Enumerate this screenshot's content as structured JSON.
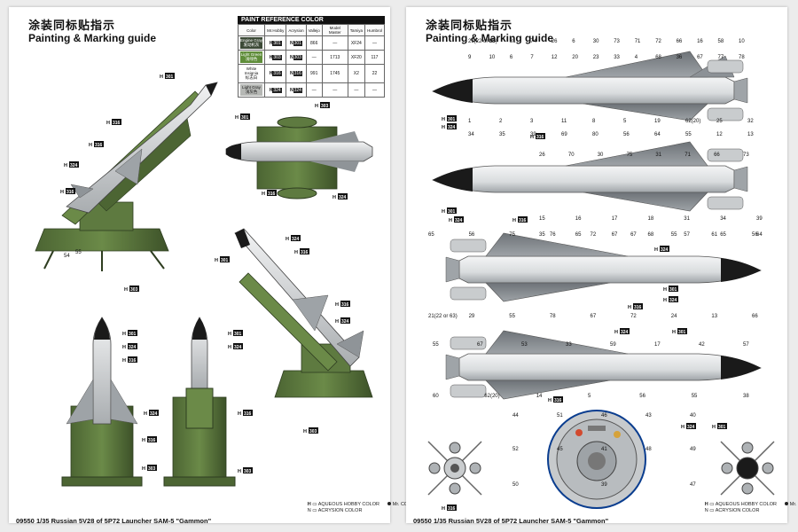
{
  "header": {
    "title_cn": "涂装同标贴指示",
    "title_en": "Painting & Marking guide"
  },
  "footer": {
    "text": "09550 1/35 Russian 5V28 of 5P72 Launcher SAM-5 \"Gammon\""
  },
  "legend": {
    "h_label": "H",
    "aqueous": "AQUEOUS HOBBY COLOR",
    "acrysion": "ACRYSION COLOR",
    "mr": "Mr. COLOR"
  },
  "paint_table": {
    "caption": "PAINT  REFERENCE COLOR",
    "columns": [
      "Color",
      "Mr.Hobby",
      "Acrysion",
      "Vallejo",
      "Model Master",
      "Tamiya",
      "Humbrol"
    ],
    "rows": [
      {
        "color": "Engine Gray",
        "color_cn": "发动机灰",
        "swatch": "#3c4a37",
        "text_color": "#ffffff",
        "mrhobby_prefix": "H",
        "mrhobby_code": "301",
        "acrysion_prefix": "N",
        "acrysion_code": "301",
        "vallejo": "866",
        "modelmaster": "—",
        "tamiya": "XF24",
        "humbrol": "—"
      },
      {
        "color": "Light Green",
        "color_cn": "浅绿色",
        "swatch": "#5f8d3a",
        "text_color": "#ffffff",
        "mrhobby_prefix": "H",
        "mrhobby_code": "303",
        "acrysion_prefix": "N",
        "acrysion_code": "303",
        "vallejo": "—",
        "modelmaster": "1713",
        "tamiya": "XF20",
        "humbrol": "117"
      },
      {
        "color": "White Insignia",
        "color_cn": "标志白",
        "swatch": "#ffffff",
        "text_color": "#111111",
        "mrhobby_prefix": "H",
        "mrhobby_code": "316",
        "acrysion_prefix": "N",
        "acrysion_code": "316",
        "vallejo": "991",
        "modelmaster": "1745",
        "tamiya": "X2",
        "humbrol": "22"
      },
      {
        "color": "Light Gray",
        "color_cn": "浅灰色",
        "swatch": "#b6b8b5",
        "text_color": "#111111",
        "mrhobby_prefix": "H",
        "mrhobby_code": "324",
        "acrysion_prefix": "N",
        "acrysion_code": "324",
        "vallejo": "—",
        "modelmaster": "—",
        "tamiya": "—",
        "humbrol": "—"
      }
    ]
  },
  "colors": {
    "green": "#5e7a40",
    "dark_green": "#3d5229",
    "missile_white": "#e7e9ea",
    "missile_gray": "#a4a8ab",
    "fin_gray": "#7d8186",
    "nose_black": "#1a1a1a"
  },
  "callouts": {
    "h301": "301",
    "h303": "303",
    "h316": "316",
    "h324": "324"
  },
  "left_numbers": {
    "n54": "54",
    "n55": "55"
  },
  "right_numbers": {
    "m1_top": [
      "21(22 or 63)",
      "35",
      "31",
      "74",
      "26",
      "6",
      "30",
      "73",
      "71",
      "72",
      "66",
      "16",
      "58",
      "10",
      "9",
      "10",
      "6",
      "7",
      "12",
      "20",
      "23",
      "33",
      "4",
      "68",
      "36",
      "67",
      "77",
      "78"
    ],
    "m1_bottom": [
      "1",
      "2",
      "3",
      "11",
      "8",
      "5",
      "19",
      "62(20)",
      "25",
      "32",
      "34",
      "35",
      "39",
      "69",
      "80",
      "56",
      "64",
      "55",
      "12",
      "13"
    ],
    "m2_top": [
      "26",
      "70",
      "30",
      "75",
      "31",
      "71",
      "66",
      "73"
    ],
    "m2_bottom": [
      "15",
      "16",
      "17",
      "18",
      "31",
      "34",
      "39",
      "35",
      "65",
      "67",
      "68",
      "57",
      "65",
      "64"
    ],
    "m3": [
      "65",
      "56",
      "75",
      "76",
      "72",
      "67",
      "55",
      "61",
      "56",
      "21(22 or 63)",
      "29",
      "55",
      "78",
      "67",
      "72",
      "24",
      "13",
      "66"
    ],
    "m4": [
      "55",
      "67",
      "53",
      "33",
      "59",
      "17",
      "42",
      "57",
      "60",
      "62(20)",
      "14",
      "5",
      "56",
      "55",
      "38"
    ],
    "detail": [
      "44",
      "51",
      "46",
      "43",
      "40",
      "52",
      "45",
      "41",
      "48",
      "49",
      "50",
      "39",
      "47"
    ]
  }
}
